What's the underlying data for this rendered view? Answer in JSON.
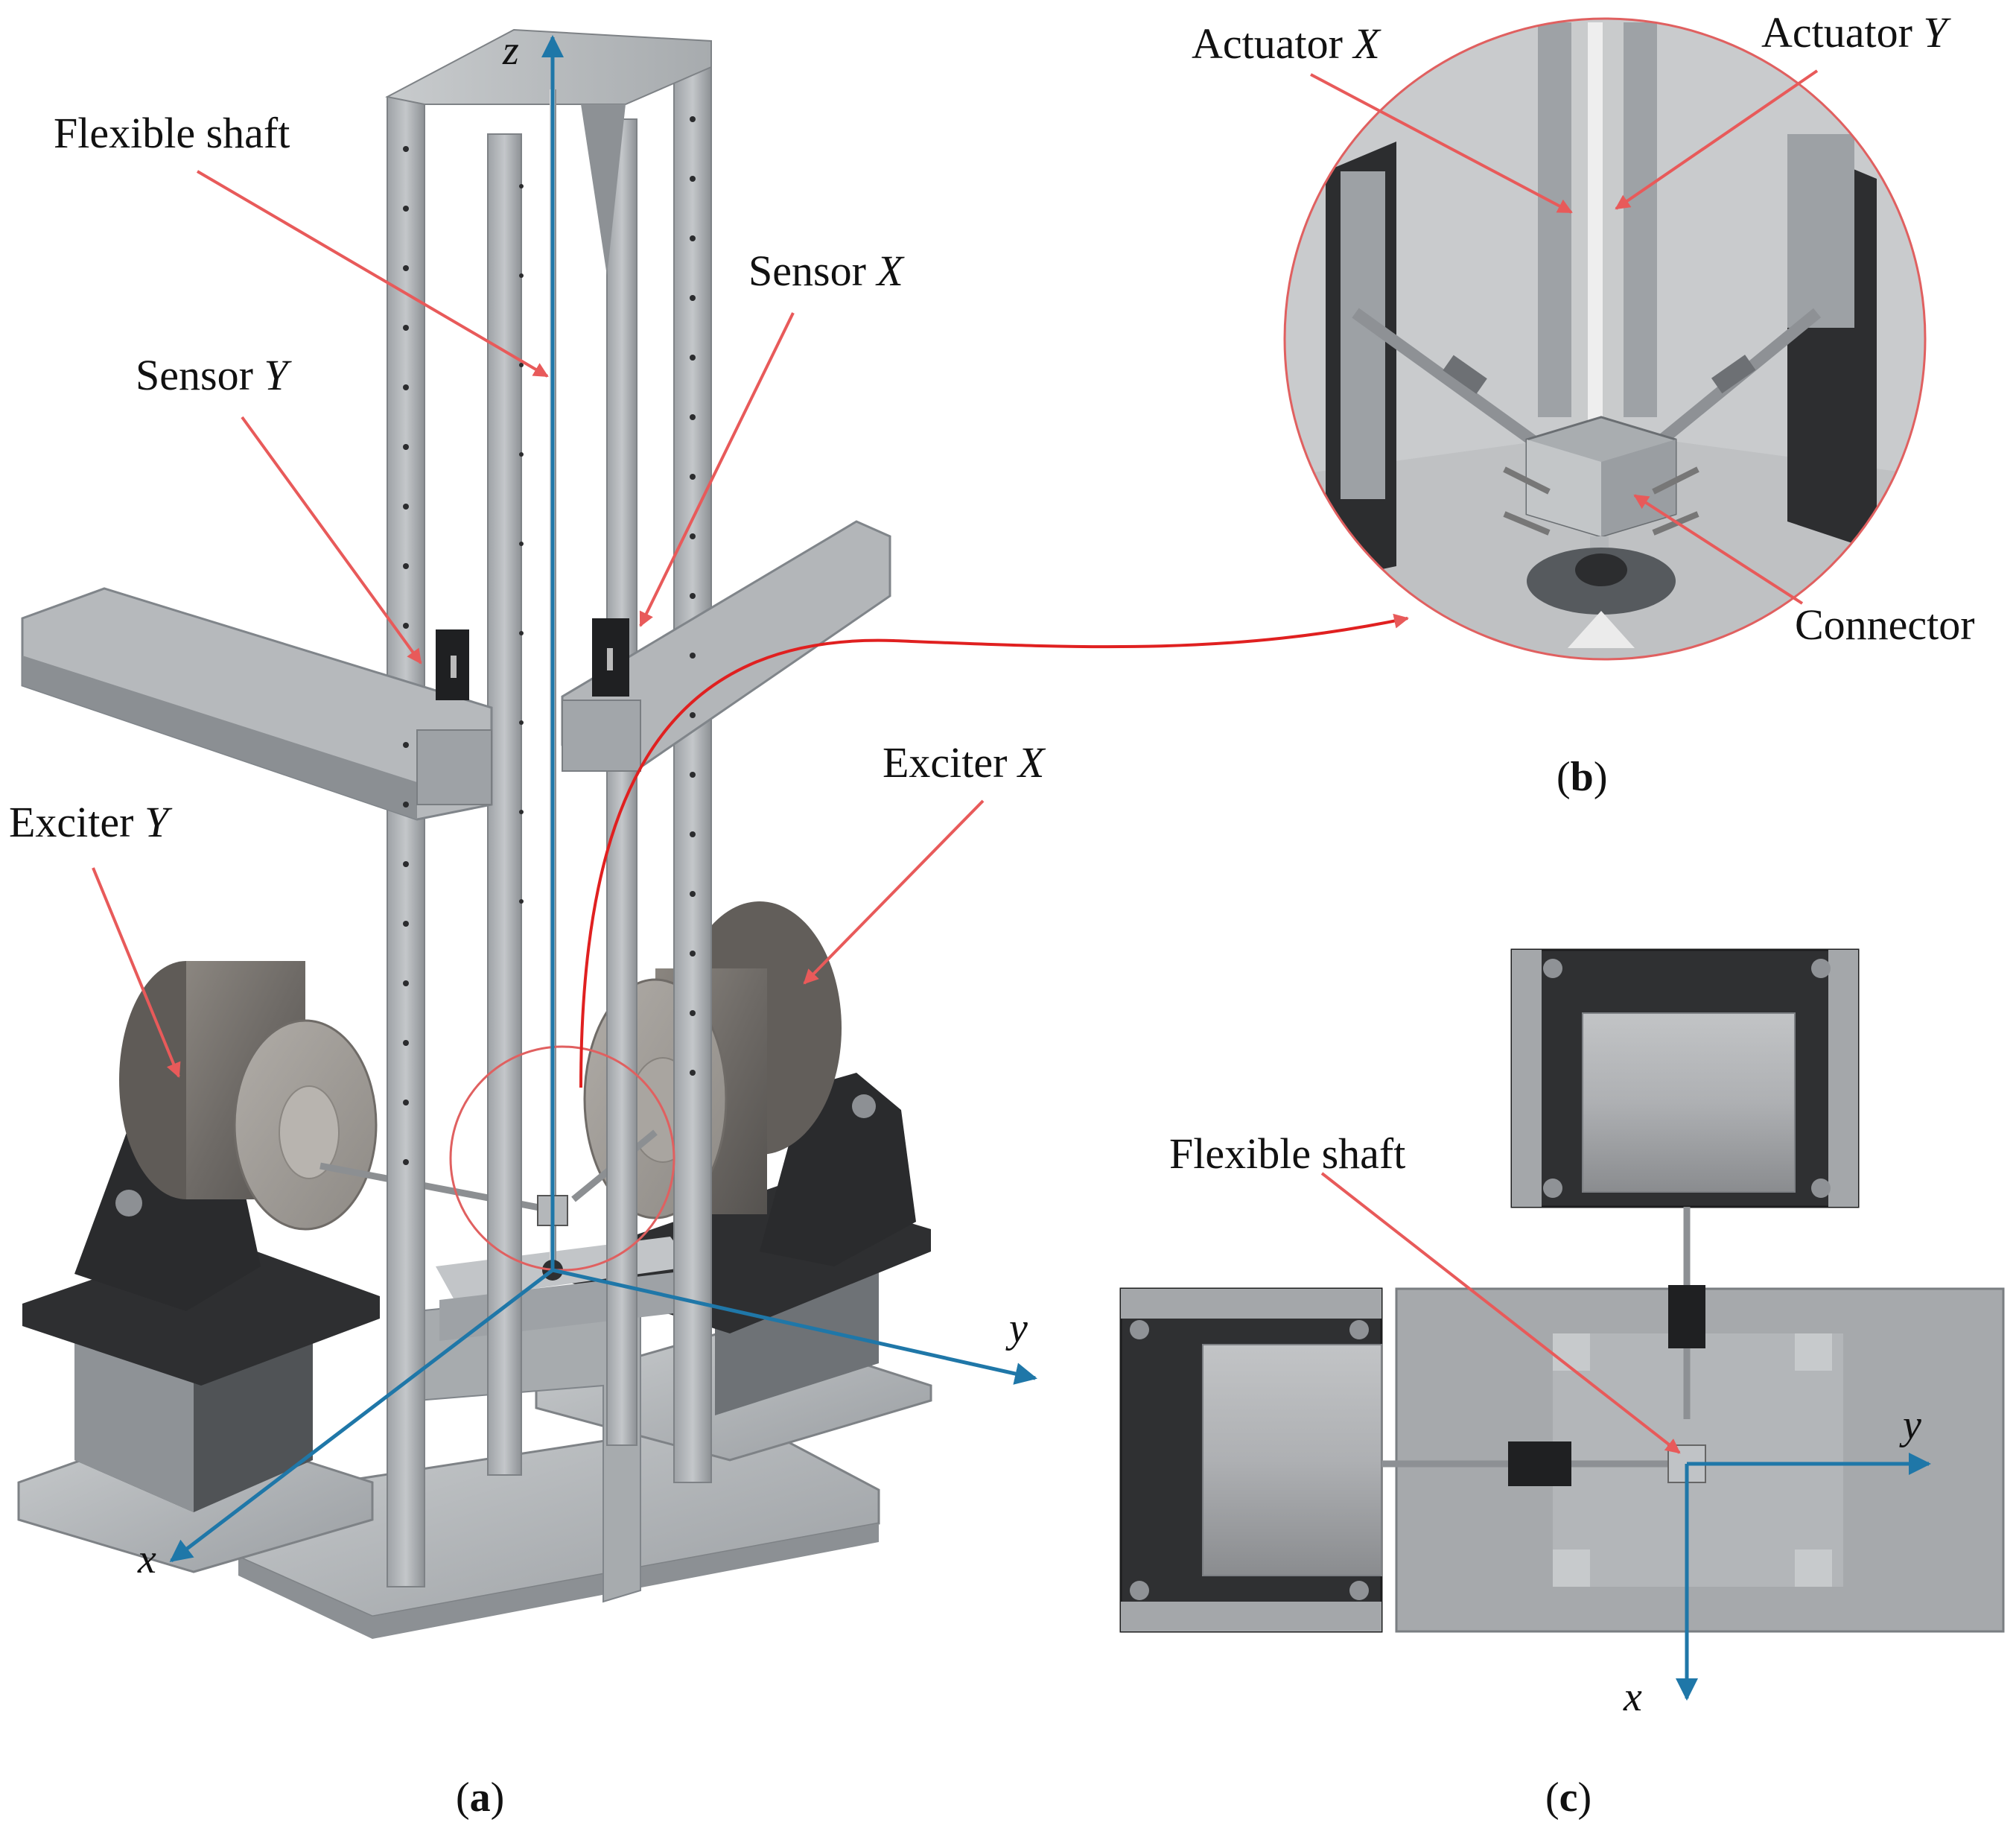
{
  "labels": {
    "flexible_shaft_a": "Flexible shaft",
    "sensor_x": {
      "prefix": "Sensor ",
      "var": "X"
    },
    "sensor_y": {
      "prefix": "Sensor ",
      "var": "Y"
    },
    "exciter_x": {
      "prefix": "Exciter ",
      "var": "X"
    },
    "exciter_y": {
      "prefix": "Exciter ",
      "var": "Y"
    },
    "actuator_x": {
      "prefix": "Actuator ",
      "var": "X"
    },
    "actuator_y": {
      "prefix": "Actuator ",
      "var": "Y"
    },
    "connector": "Connector",
    "flexible_shaft_c": "Flexible shaft"
  },
  "axes": {
    "a": {
      "z": "z",
      "y": "y",
      "x": "x"
    },
    "c": {
      "y": "y",
      "x": "x"
    }
  },
  "captions": {
    "a": {
      "open": "(",
      "letter": "a",
      "close": ")"
    },
    "b": {
      "open": "(",
      "letter": "b",
      "close": ")"
    },
    "c": {
      "open": "(",
      "letter": "c",
      "close": ")"
    }
  },
  "colors": {
    "callout_arrow": "#e85a5a",
    "zoom_circle": "#e06060",
    "axis": "#1f77a8",
    "metal_light": "#b9bcbf",
    "metal_dark": "#3a3b3d"
  }
}
